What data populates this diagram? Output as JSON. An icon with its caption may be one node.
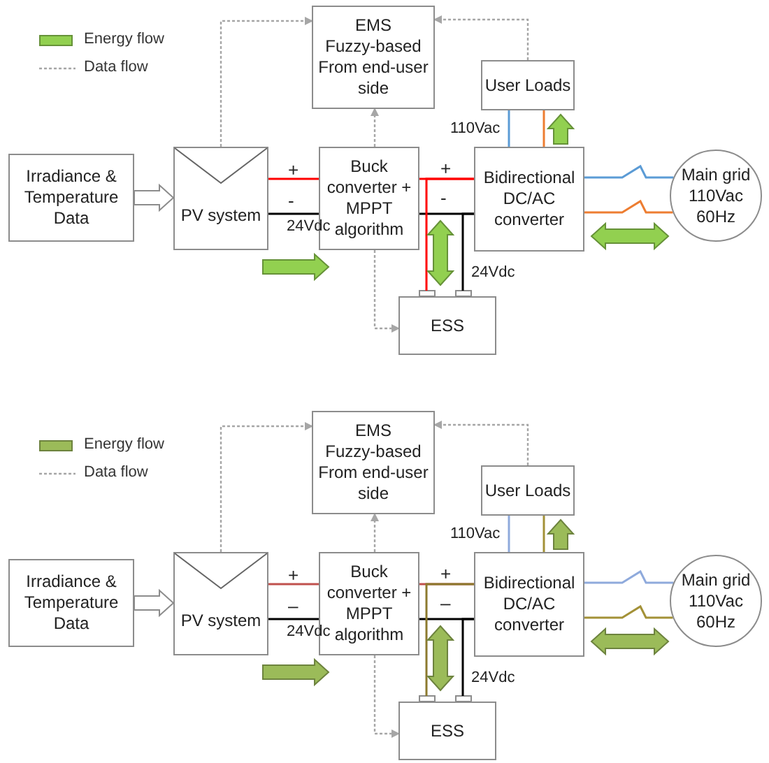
{
  "diagram": {
    "nodes": [
      {
        "text": [
          "EMS",
          "Fuzzy-based From end-user side"
        ]
      },
      {
        "text": [
          "User Loads"
        ]
      },
      {
        "text": [
          "Irradiance & Temperature Data"
        ]
      },
      {
        "text": [
          "PV system"
        ]
      },
      {
        "text": [
          "Buck converter + MPPT algorithm"
        ]
      },
      {
        "text": [
          "Bidirectional DC/AC converter"
        ]
      },
      {
        "text": [
          "Main grid 110Vac 60Hz"
        ]
      },
      {
        "text": [
          "ESS"
        ]
      },
      {
        "text": [
          "EMS",
          "Fuzzy-based From end-user side"
        ]
      },
      {
        "text": [
          "User Loads"
        ]
      },
      {
        "text": [
          "Irradiance & Temperature Data"
        ]
      },
      {
        "text": [
          "PV system"
        ]
      },
      {
        "text": [
          "Buck converter + MPPT algorithm"
        ]
      },
      {
        "text": [
          "Bidirectional DC/AC converter"
        ]
      },
      {
        "text": [
          "Main grid 110Vac 60Hz"
        ]
      },
      {
        "text": [
          "ESS"
        ]
      }
    ],
    "edges": [
      {
        "from": 2,
        "to": 3,
        "arrow": "to",
        "style": "thick",
        "color": "#ffffff"
      },
      {
        "from": 3,
        "to": 4,
        "arrow": "none",
        "color": "#ff0000"
      },
      {
        "from": 3,
        "to": 4,
        "arrow": "none",
        "color": "#000000"
      },
      {
        "from": 3,
        "to": 4,
        "arrow": "to",
        "style": "thick",
        "color": "#92d050"
      },
      {
        "from": 3,
        "to": 0,
        "arrow": "to",
        "style": "dashed"
      },
      {
        "from": 4,
        "to": 0,
        "arrow": "to",
        "style": "dashed"
      },
      {
        "from": 4,
        "to": 7,
        "arrow": "to",
        "style": "dashed"
      },
      {
        "from": 1,
        "to": 0,
        "arrow": "to",
        "style": "dashed"
      },
      {
        "from": 4,
        "to": 5,
        "arrow": "none",
        "color": "#ff0000"
      },
      {
        "from": 4,
        "to": 5,
        "arrow": "none",
        "color": "#000000"
      },
      {
        "from": 7,
        "to": 5,
        "arrow": "none",
        "color": "#ff0000"
      },
      {
        "from": 7,
        "to": 5,
        "arrow": "none",
        "color": "#000000"
      },
      {
        "from": null,
        "to": 7,
        "arrow": "both",
        "style": "thick",
        "color": "#92d050"
      },
      {
        "from": 5,
        "to": 1,
        "arrow": "none",
        "color": "#5b9bd5"
      },
      {
        "from": 5,
        "to": 1,
        "arrow": "none",
        "color": "#ed7d31"
      },
      {
        "from": 5,
        "to": 1,
        "arrow": "to",
        "style": "thick",
        "color": "#92d050"
      },
      {
        "from": 5,
        "to": 6,
        "arrow": "none",
        "color": "#5b9bd5"
      },
      {
        "from": 5,
        "to": 6,
        "arrow": "none",
        "color": "#ed7d31"
      },
      {
        "from": 5,
        "to": 6,
        "arrow": "both",
        "style": "thick",
        "color": "#92d050"
      },
      {
        "from": 10,
        "to": 11,
        "arrow": "to",
        "style": "thick",
        "color": "#ffffff"
      },
      {
        "from": 11,
        "to": 12,
        "arrow": "none",
        "color": "#c0504d"
      },
      {
        "from": 11,
        "to": 12,
        "arrow": "none",
        "color": "#000000"
      },
      {
        "from": 11,
        "to": 12,
        "arrow": "to",
        "style": "thick",
        "color": "#9bbb59"
      },
      {
        "from": 11,
        "to": 8,
        "arrow": "to",
        "style": "dashed"
      },
      {
        "from": 12,
        "to": 8,
        "arrow": "to",
        "style": "dashed"
      },
      {
        "from": 12,
        "to": 15,
        "arrow": "to",
        "style": "dashed"
      },
      {
        "from": 9,
        "to": 8,
        "arrow": "to",
        "style": "dashed"
      },
      {
        "from": 12,
        "to": 13,
        "arrow": "none",
        "color": "#c0504d"
      },
      {
        "from": 12,
        "to": 13,
        "arrow": "none",
        "color": "#000000"
      },
      {
        "from": 15,
        "to": 13,
        "arrow": "none",
        "color": "#8c7a2e"
      },
      {
        "from": 15,
        "to": 13,
        "arrow": "none",
        "color": "#000000"
      },
      {
        "from": null,
        "to": 15,
        "arrow": "both",
        "style": "thick",
        "color": "#9bbb59"
      },
      {
        "from": 13,
        "to": 9,
        "arrow": "none",
        "color": "#8faadc"
      },
      {
        "from": 13,
        "to": 9,
        "arrow": "none",
        "color": "#a39137"
      },
      {
        "from": 13,
        "to": 9,
        "arrow": "to",
        "style": "thick",
        "color": "#9bbb59"
      },
      {
        "from": 13,
        "to": 14,
        "arrow": "none",
        "color": "#8faadc"
      },
      {
        "from": 13,
        "to": 14,
        "arrow": "none",
        "color": "#a39137"
      },
      {
        "from": 13,
        "to": 14,
        "arrow": "both",
        "style": "thick",
        "color": "#9bbb59"
      }
    ],
    "labels": [
      "110Vac",
      "+",
      "+",
      "-",
      "-",
      "24Vdc",
      "24Vdc",
      "110Vac",
      "+",
      "+",
      "–",
      "–",
      "24Vdc",
      "24Vdc"
    ],
    "legend": [
      {
        "text": "Energy flow",
        "color": "#92d050"
      },
      {
        "text": "Data flow"
      },
      {
        "text": "Energy flow",
        "color": "#9bbb59"
      },
      {
        "text": "Data flow"
      }
    ]
  }
}
